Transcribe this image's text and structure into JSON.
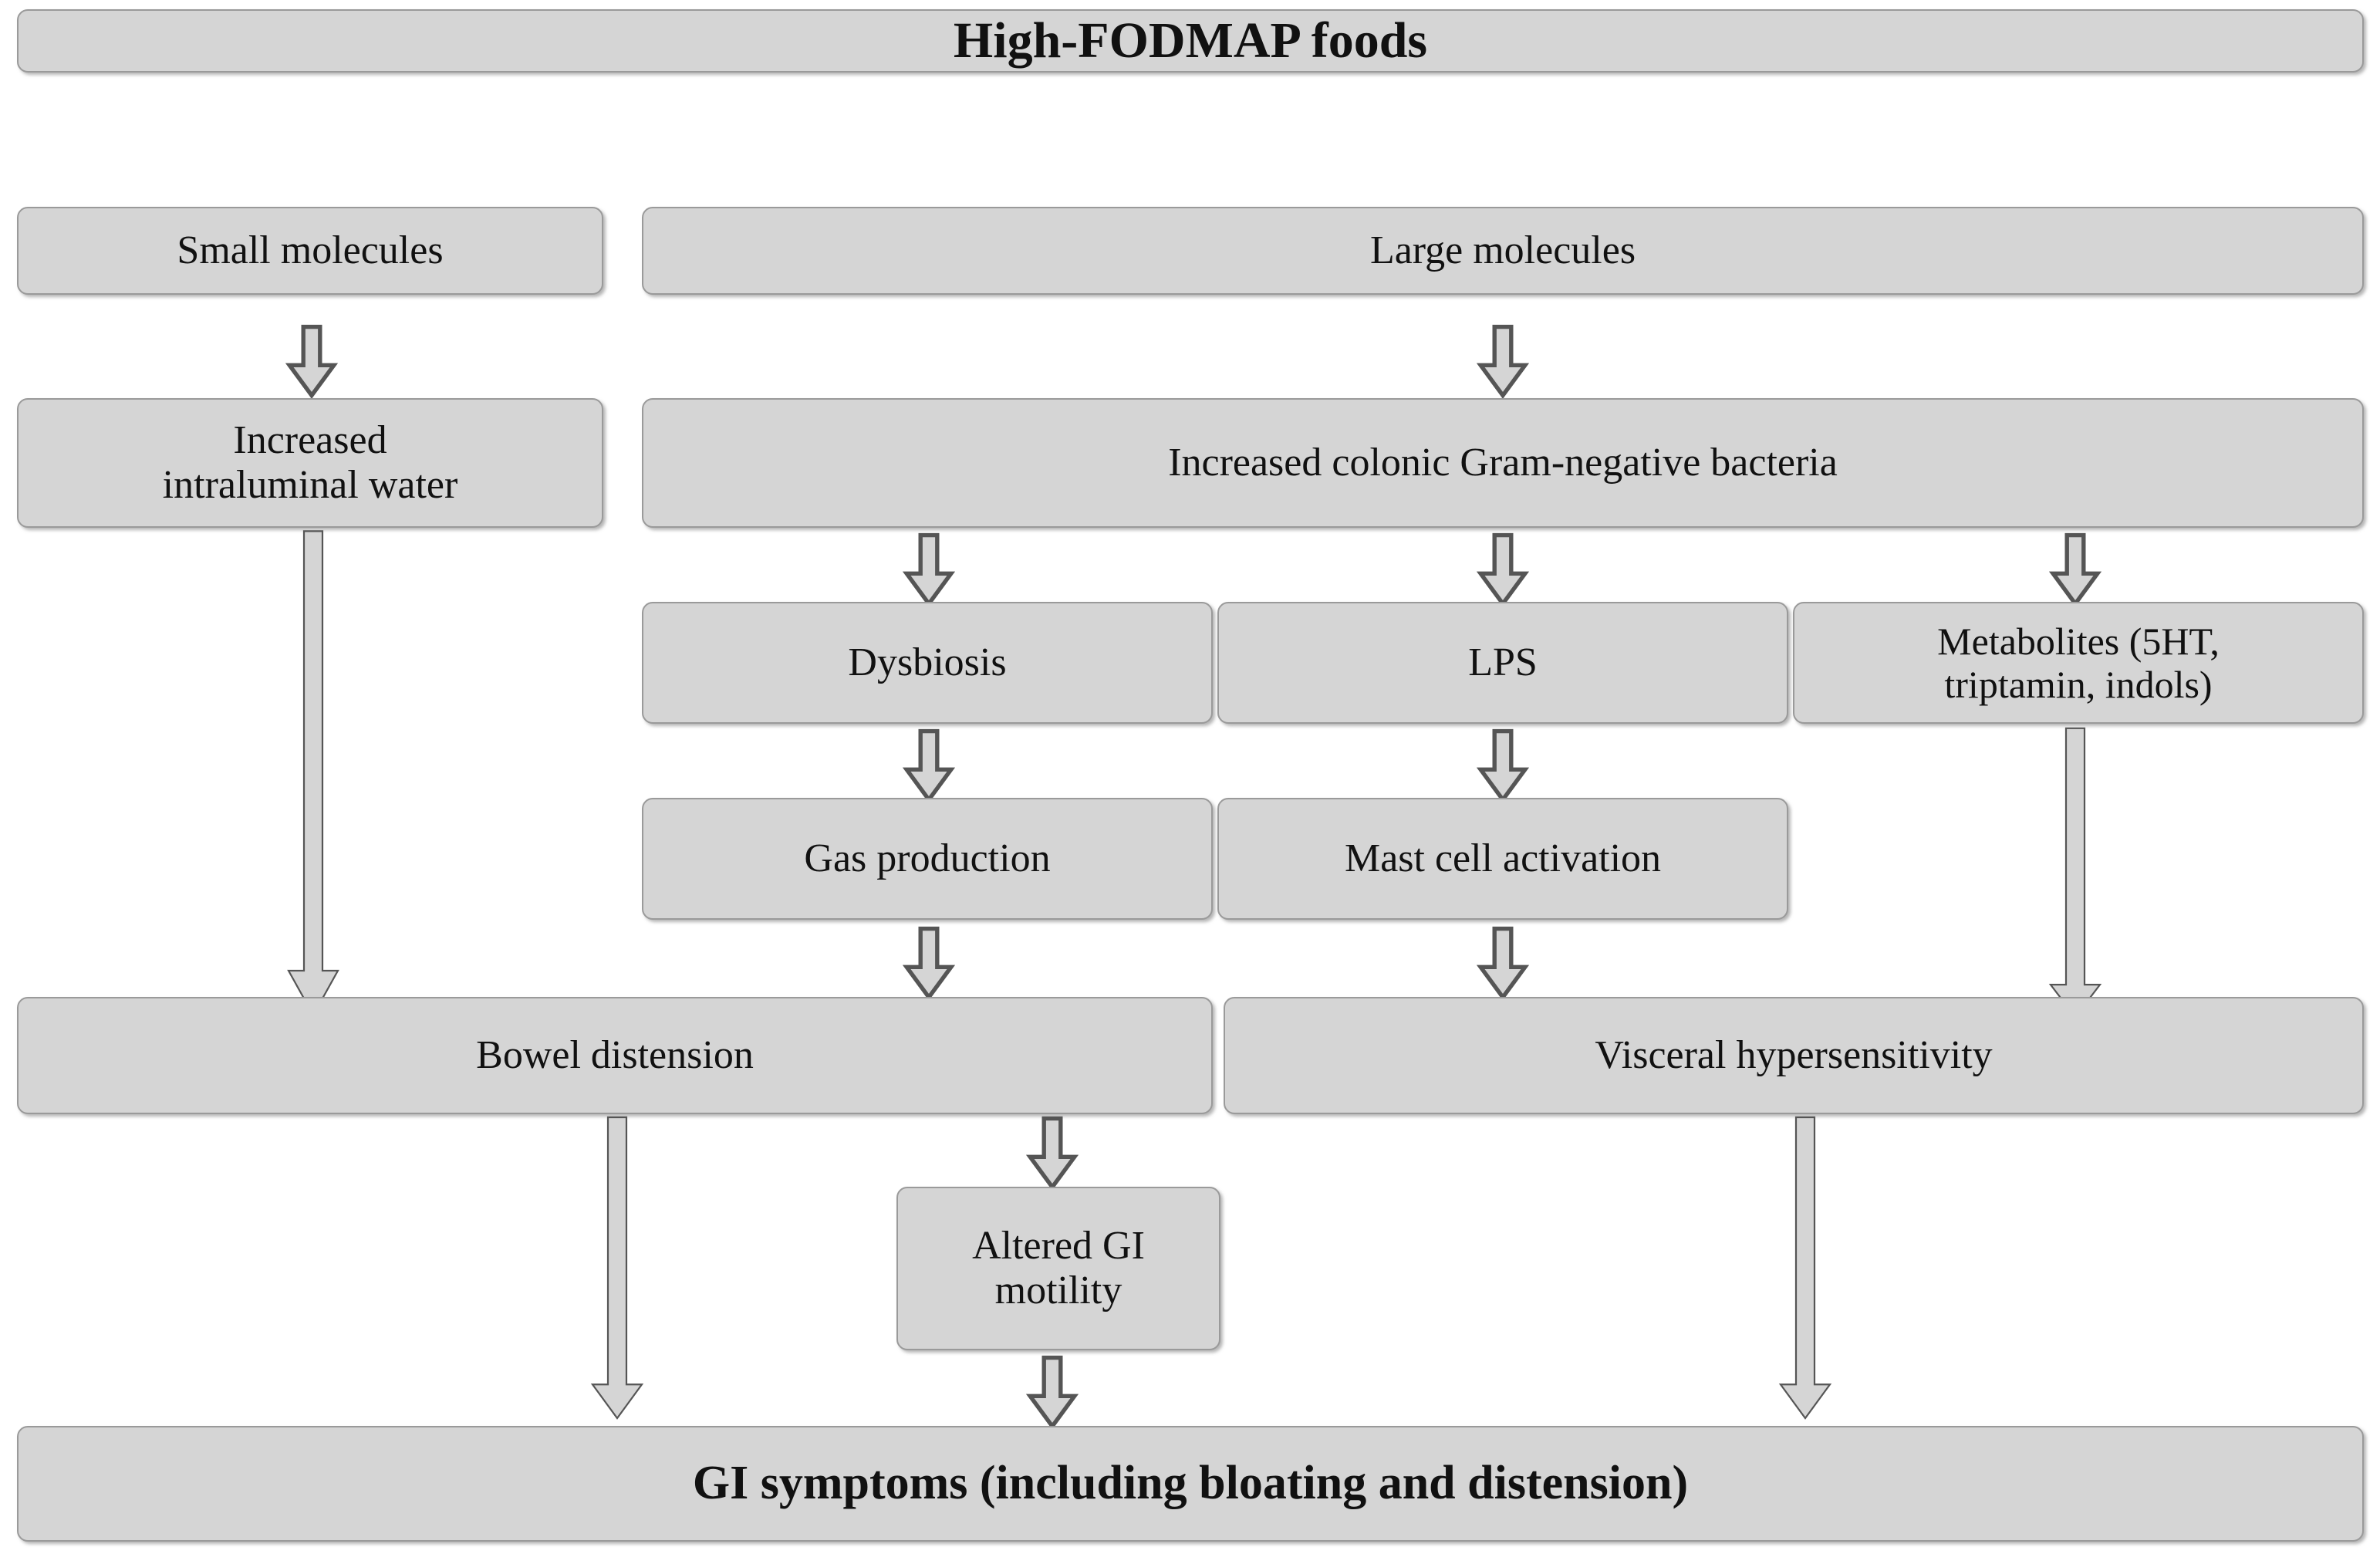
{
  "diagram": {
    "title": "High-FODMAP foods pathway to GI symptoms",
    "colors": {
      "node_fill": "#d5d5d5",
      "node_border": "#9a9a9a",
      "arrow_fill": "#d5d5d5",
      "arrow_stroke": "#555555",
      "text": "#111111",
      "background": "#ffffff"
    },
    "nodes": {
      "high_fodmap_foods": "High-FODMAP foods",
      "small_molecules": "Small molecules",
      "large_molecules": "Large molecules",
      "increased_intraluminal_water": "Increased\nintraluminal water",
      "increased_colonic_bacteria": "Increased colonic Gram-negative bacteria",
      "dysbiosis": "Dysbiosis",
      "lps": "LPS",
      "metabolites": "Metabolites (5HT,\ntriptamin, indols)",
      "gas_production": "Gas production",
      "mast_cell_activation": "Mast cell activation",
      "bowel_distension": "Bowel distension",
      "visceral_hypersensitivity": "Visceral hypersensitivity",
      "altered_gi_motility": "Altered GI\nmotility",
      "gi_symptoms": "GI symptoms (including bloating and distension)"
    },
    "edges": [
      {
        "id": "small-molecules-to-water",
        "from": "small_molecules",
        "to": "increased_intraluminal_water",
        "kind": "short-down-arrow"
      },
      {
        "id": "large-molecules-to-bacteria",
        "from": "large_molecules",
        "to": "increased_colonic_bacteria",
        "kind": "short-down-arrow"
      },
      {
        "id": "bacteria-to-dysbiosis",
        "from": "increased_colonic_bacteria",
        "to": "dysbiosis",
        "kind": "short-down-arrow"
      },
      {
        "id": "bacteria-to-lps",
        "from": "increased_colonic_bacteria",
        "to": "lps",
        "kind": "short-down-arrow"
      },
      {
        "id": "bacteria-to-metabolites",
        "from": "increased_colonic_bacteria",
        "to": "metabolites",
        "kind": "short-down-arrow"
      },
      {
        "id": "dysbiosis-to-gas",
        "from": "dysbiosis",
        "to": "gas_production",
        "kind": "short-down-arrow"
      },
      {
        "id": "lps-to-mast-cell",
        "from": "lps",
        "to": "mast_cell_activation",
        "kind": "short-down-arrow"
      },
      {
        "id": "gas-to-bowel-distension",
        "from": "gas_production",
        "to": "bowel_distension",
        "kind": "short-down-arrow"
      },
      {
        "id": "mast-cell-to-visceral",
        "from": "mast_cell_activation",
        "to": "visceral_hypersensitivity",
        "kind": "short-down-arrow"
      },
      {
        "id": "water-to-bowel-distension",
        "from": "increased_intraluminal_water",
        "to": "bowel_distension",
        "kind": "long-down-arrow"
      },
      {
        "id": "metabolites-to-visceral",
        "from": "metabolites",
        "to": "visceral_hypersensitivity",
        "kind": "long-down-arrow"
      },
      {
        "id": "bowel-distension-to-gi-symptoms",
        "from": "bowel_distension",
        "to": "gi_symptoms",
        "kind": "long-down-arrow"
      },
      {
        "id": "visceral-to-gi-symptoms",
        "from": "visceral_hypersensitivity",
        "to": "gi_symptoms",
        "kind": "long-down-arrow"
      },
      {
        "id": "bowel-distension-to-altered-motility",
        "from": "bowel_distension",
        "to": "altered_gi_motility",
        "kind": "short-down-arrow"
      },
      {
        "id": "altered-motility-to-gi-symptoms",
        "from": "altered_gi_motility",
        "to": "gi_symptoms",
        "kind": "short-down-arrow"
      }
    ]
  }
}
